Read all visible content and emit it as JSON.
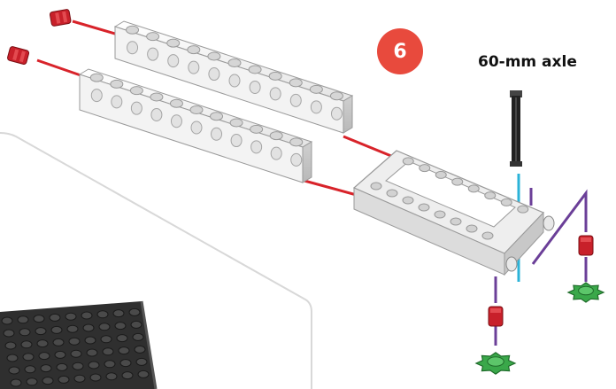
{
  "step": {
    "number": "6"
  },
  "labels": {
    "axle": "60-mm axle"
  },
  "colors": {
    "step_badge": "#e84a3d",
    "red_guide": "#d8232a",
    "blue_guide": "#2bb3d8",
    "purple_guide": "#6b3f98",
    "connector_red": "#c8202a",
    "gear_green": "#3aa84a",
    "beam_white": "#f4f4f4",
    "axle_black": "#222222"
  },
  "parts": {
    "beam_holes": 11,
    "frame_holes_per_side": 8,
    "gear_teeth": 8
  }
}
